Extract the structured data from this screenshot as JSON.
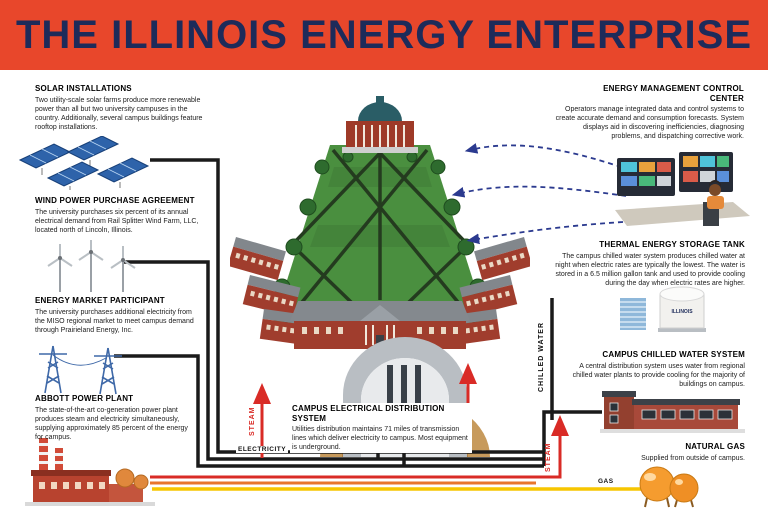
{
  "header": {
    "title": "THE ILLINOIS ENERGY ENTERPRISE"
  },
  "colors": {
    "header_bg": "#E8472B",
    "header_text": "#1D2B5A",
    "steam": "#D92B26",
    "gas_line": "#F7C600",
    "pipe": "#1A1A1A",
    "control_arrows": "#2B3A8F"
  },
  "sections": {
    "solar": {
      "title": "SOLAR INSTALLATIONS",
      "body": "Two utility-scale solar farms produce more renewable power than all but two university campuses in the country. Additionally, several campus buildings feature rooftop installations."
    },
    "wind": {
      "title": "WIND POWER PURCHASE AGREEMENT",
      "body": "The university purchases six percent of its annual electrical demand from Rail Splitter Wind Farm, LLC, located north of Lincoln, Illinois."
    },
    "market": {
      "title": "ENERGY MARKET PARTICIPANT",
      "body": "The university purchases additional electricity from the MISO regional market to meet campus demand through Prairieland Energy, Inc."
    },
    "abbott": {
      "title": "ABBOTT POWER PLANT",
      "body": "The state-of-the-art co-generation power plant produces steam and electricity simultaneously, supplying approximately 85 percent of the energy for campus."
    },
    "control": {
      "title": "ENERGY MANAGEMENT CONTROL CENTER",
      "body": "Operators manage integrated data and control systems to create accurate demand and consumption forecasts. System displays aid in discovering inefficiencies, diagnosing problems, and dispatching corrective work."
    },
    "thermal": {
      "title": "THERMAL ENERGY STORAGE TANK",
      "body": "The campus chilled water system produces chilled water at night when electric rates are typically the lowest. The water is stored in a 6.5 million gallon tank and used to provide cooling during the day when electric rates are higher."
    },
    "chilled": {
      "title": "CAMPUS CHILLED WATER SYSTEM",
      "body": "A central distribution system uses water from regional chilled water plants to provide cooling for the majority of buildings on campus."
    },
    "natural_gas": {
      "title": "NATURAL GAS",
      "body": "Supplied from outside of campus."
    },
    "electrical": {
      "title": "CAMPUS ELECTRICAL DISTRIBUTION SYSTEM",
      "body": "Utilities distribution maintains 71 miles of transmission lines which deliver electricity to campus. Most equipment is underground."
    }
  },
  "pipe_labels": {
    "steam_left": "STEAM",
    "electricity": "ELECTRICITY",
    "chilled_water": "CHILLED WATER",
    "steam_right": "STEAM",
    "gas": "GAS"
  },
  "tank_label": "ILLINOIS"
}
